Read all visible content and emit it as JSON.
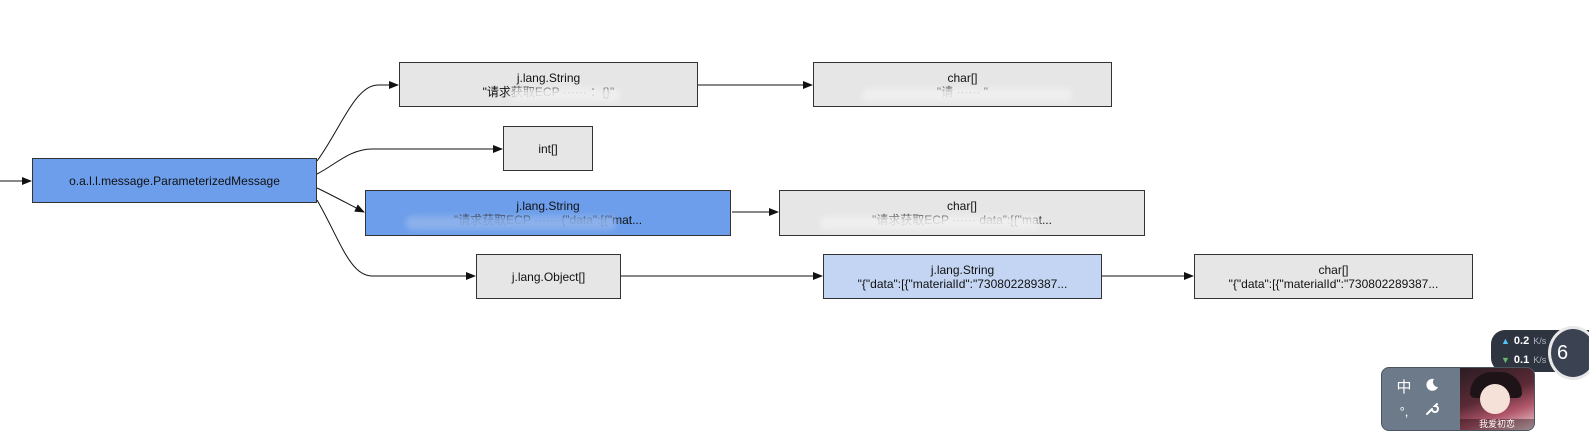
{
  "graph": {
    "nodes": {
      "message": {
        "lines": [
          "o.a.l.l.message.ParameterizedMessage"
        ]
      },
      "string1": {
        "lines": [
          "j.lang.String",
          "\"请求获取ECP ······ ：{}\""
        ]
      },
      "chars1": {
        "lines": [
          "char[]",
          "\"请 ······ \""
        ]
      },
      "intarr": {
        "lines": [
          "int[]"
        ]
      },
      "string2": {
        "lines": [
          "j.lang.String",
          "\"请求获取ECP ······ {\"data\":[{\"mat..."
        ]
      },
      "chars2": {
        "lines": [
          "char[]",
          "\"请求获取ECP ······ data\":[{\"mat..."
        ]
      },
      "objarr": {
        "lines": [
          "j.lang.Object[]"
        ]
      },
      "string3": {
        "lines": [
          "j.lang.String",
          "\"{\"data\":[{\"materialId\":\"730802289387..."
        ]
      },
      "chars3": {
        "lines": [
          "char[]",
          "\"{\"data\":[{\"materialId\":\"730802289387..."
        ]
      }
    }
  },
  "net_speed": {
    "upload_value": "0.2",
    "upload_unit": "K/s",
    "download_value": "0.1",
    "download_unit": "K/s",
    "ring_label": "6"
  },
  "ime_toolbar": {
    "lang_label": "中",
    "punct_label": "°,",
    "moon_icon": "moon-icon",
    "wrench_icon": "wrench-icon",
    "avatar_caption": "我爱初恋"
  },
  "colors": {
    "selected_node": "#6d9eeb",
    "related_node": "#c3d5f3",
    "default_node": "#e6e6e6"
  }
}
